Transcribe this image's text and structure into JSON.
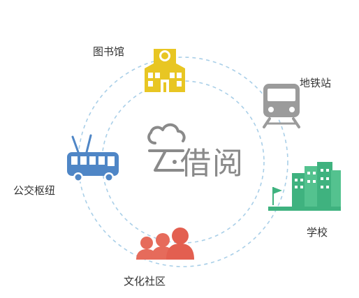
{
  "center": {
    "brand_text": "借阅",
    "cloud_icon": "cloud-icon"
  },
  "nodes": [
    {
      "key": "library",
      "label": "图书馆",
      "icon": "library-building-icon",
      "color": "#e8c623"
    },
    {
      "key": "subway",
      "label": "地铁站",
      "icon": "subway-train-icon",
      "color": "#9b9b9b"
    },
    {
      "key": "bus",
      "label": "公交枢纽",
      "icon": "trolley-bus-icon",
      "color": "#4f86c6"
    },
    {
      "key": "school",
      "label": "学校",
      "icon": "school-buildings-icon",
      "color": "#3fb27f"
    },
    {
      "key": "community",
      "label": "文化社区",
      "icon": "people-group-icon",
      "color": "#e66b5b"
    }
  ],
  "ring_color": "#a9cfe8"
}
